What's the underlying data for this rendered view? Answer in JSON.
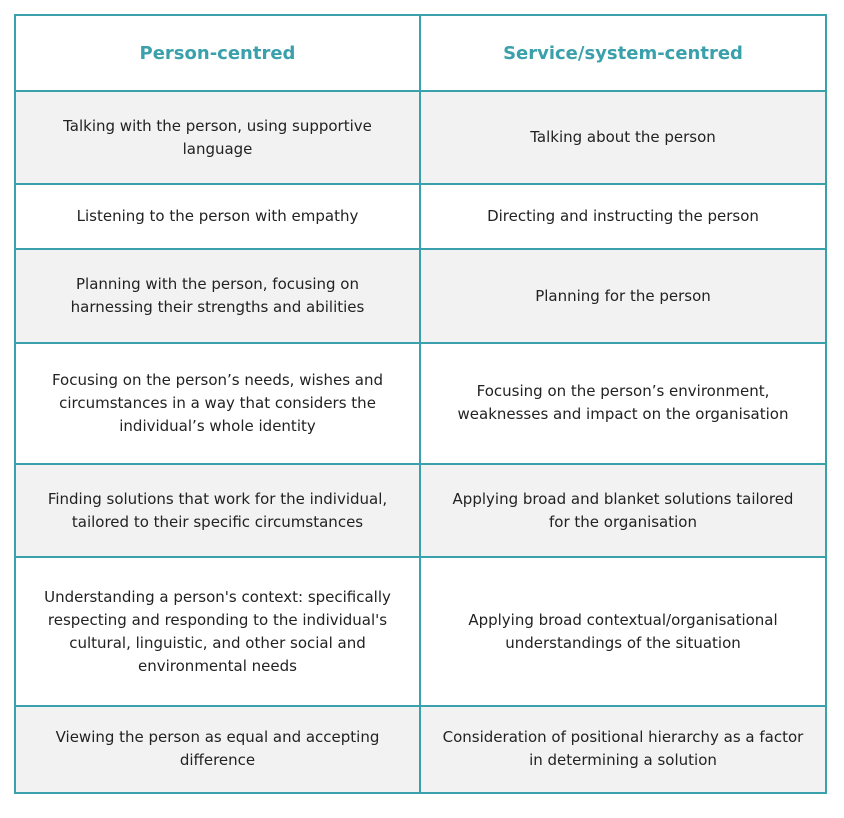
{
  "table": {
    "headers": {
      "left": "Person-centred",
      "right": "Service/system-centred"
    },
    "rows": [
      {
        "left": "Talking with the person, using supportive language",
        "right": "Talking about the person"
      },
      {
        "left": "Listening to the person with empathy",
        "right": "Directing and instructing the person"
      },
      {
        "left": "Planning with the person, focusing on harnessing their strengths and abilities",
        "right": "Planning for the person"
      },
      {
        "left": "Focusing on the person’s needs, wishes and circumstances in a way that considers the individual’s whole identity",
        "right": "Focusing on the person’s environment, weaknesses and impact on the organisation"
      },
      {
        "left": "Finding solutions that work for the individual, tailored to their specific circumstances",
        "right": "Applying broad and blanket solutions tailored for the organisation"
      },
      {
        "left": "Understanding a person's context: specifically respecting and responding to the individual's cultural, linguistic, and other social and environmental needs",
        "right": "Applying broad contextual/organisational understandings of the situation"
      },
      {
        "left": "Viewing the person as equal and accepting difference",
        "right": "Consideration of positional hierarchy as a factor in determining a solution"
      }
    ]
  },
  "colors": {
    "accent": "#3aa0ab",
    "row_shade": "#f2f2f2",
    "text": "#222222"
  }
}
